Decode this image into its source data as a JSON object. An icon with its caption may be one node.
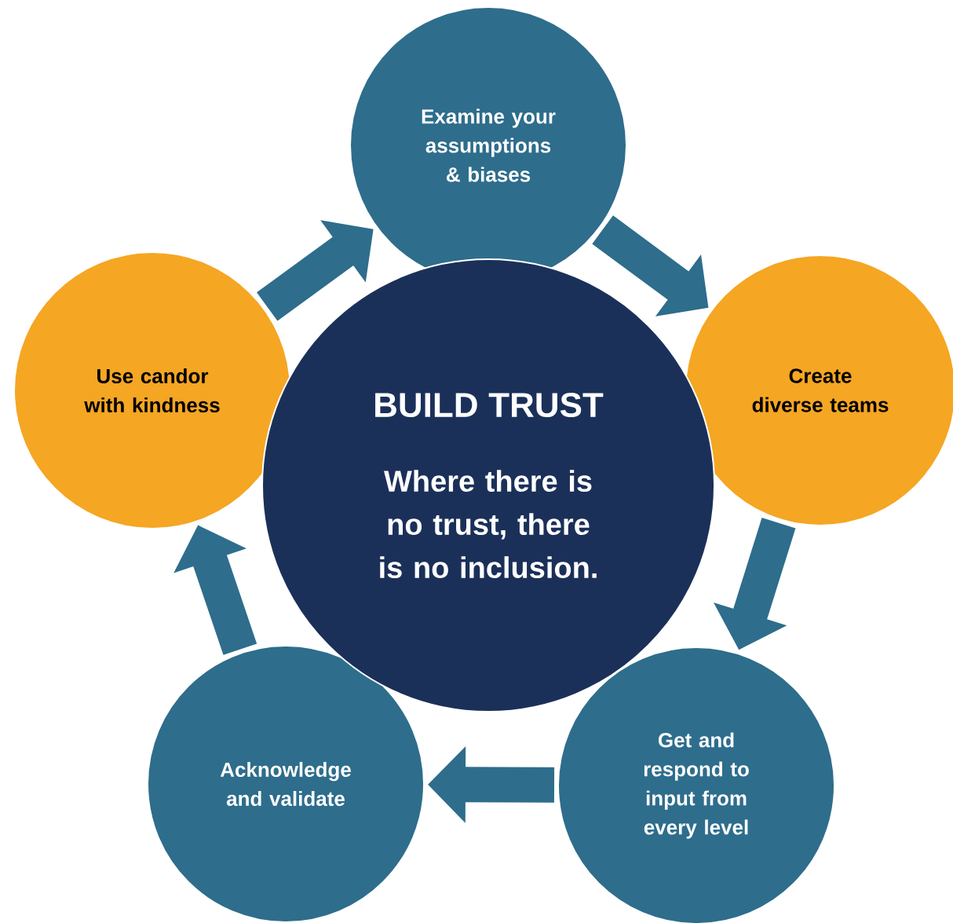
{
  "diagram": {
    "nodes": [
      {
        "text": [
          "BUILD TRUST",
          "Where there is no trust, there is no inclusion."
        ]
      },
      {
        "text": [
          "Examine your assumptions & biases"
        ]
      },
      {
        "text": [
          "Create diverse teams"
        ]
      },
      {
        "text": [
          "Get and respond to input from every level"
        ]
      },
      {
        "text": [
          "Acknowledge and validate"
        ]
      },
      {
        "text": [
          "Use candor with kindness"
        ]
      }
    ],
    "edges": [
      {
        "from": 1,
        "to": 2,
        "arrow": "to"
      },
      {
        "from": 2,
        "to": 3,
        "arrow": "to"
      },
      {
        "from": 3,
        "to": 4,
        "arrow": "to"
      },
      {
        "from": 4,
        "to": 5,
        "arrow": "to"
      },
      {
        "from": 5,
        "to": 1,
        "arrow": "to"
      }
    ]
  }
}
